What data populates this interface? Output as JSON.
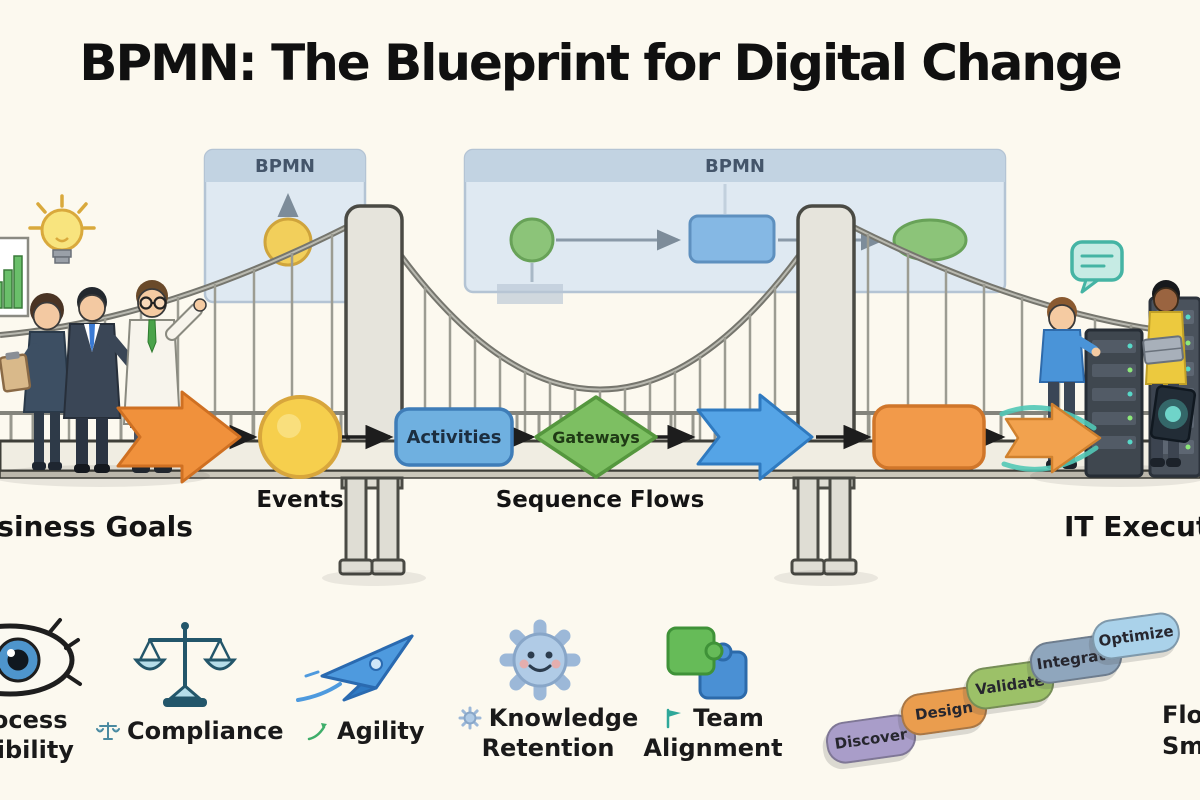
{
  "title": "BPMN: The Blueprint for Digital Change",
  "background_panels": {
    "left_label": "BPMN",
    "right_label": "BPMN"
  },
  "bridge_flow": {
    "events_label": "Events",
    "activities_label": "Activities",
    "gateways_label": "Gateways",
    "sequence_flows_label": "Sequence Flows",
    "left_side_label": "Business Goals",
    "right_side_label": "IT Execution"
  },
  "benefits": [
    {
      "icon": "eye-icon",
      "line1": "Process",
      "line2": "Visibility"
    },
    {
      "icon": "scales-icon",
      "mini_icon": "mini-scales-icon",
      "line1": "Compliance"
    },
    {
      "icon": "rocket-icon",
      "mini_icon": "mini-arrow-icon",
      "line1": "Agility"
    },
    {
      "icon": "gear-face-icon",
      "mini_icon": "mini-gear-icon",
      "line1": "Knowledge",
      "line2": "Retention"
    },
    {
      "icon": "puzzle-icon",
      "mini_icon": "mini-flag-icon",
      "line1": "Team",
      "line2": "Alignment"
    }
  ],
  "maturity_steps": [
    {
      "label": "Discover",
      "color": "#a99dc9"
    },
    {
      "label": "Design",
      "color": "#ea9d4e"
    },
    {
      "label": "Validate",
      "color": "#9cc168"
    },
    {
      "label": "Integrate",
      "color": "#8fa6bd"
    },
    {
      "label": "Optimize",
      "color": "#aad2ea"
    }
  ],
  "corner_note": {
    "line1": "Flow",
    "line2": "Smarter"
  },
  "colors": {
    "background": "#fcf9ef",
    "event_yellow": "#f6cf4d",
    "activity_blue": "#6fb0e0",
    "gateway_green": "#7dbf62",
    "flow_orange": "#f0913c",
    "accent_teal": "#52c8b6",
    "bridge_gray": "#e6e4dc"
  }
}
